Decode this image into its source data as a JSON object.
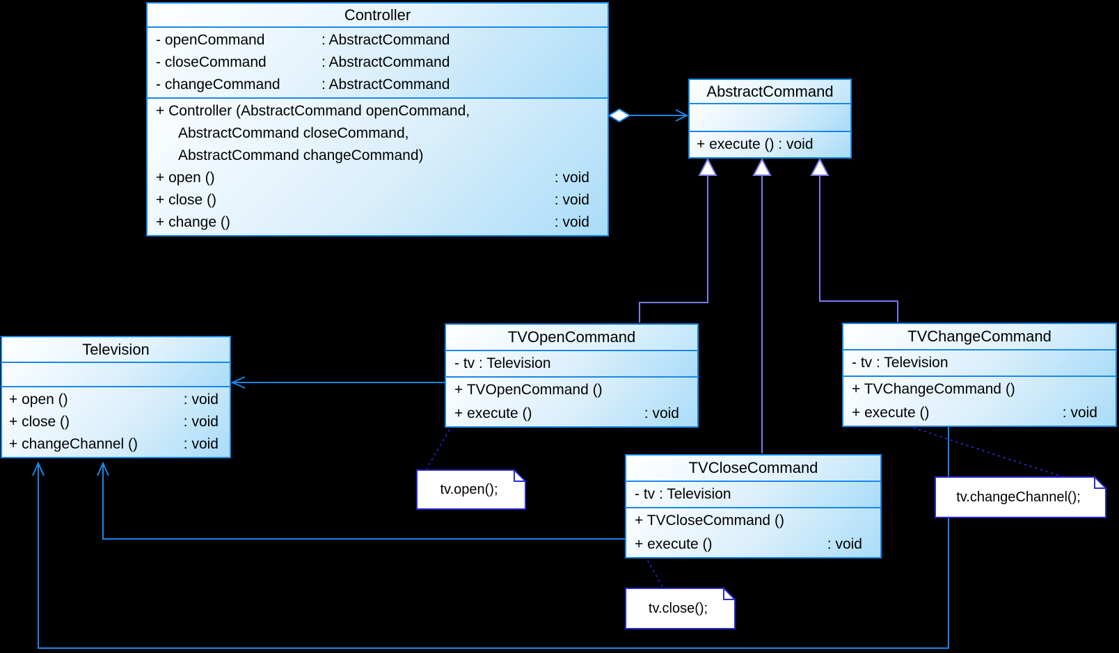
{
  "diagram": {
    "background_color": "#000000",
    "colors": {
      "box_border": "#1887e8",
      "box_fill_top": "#ffffff",
      "box_fill_bottom": "#a9dcf8",
      "generalization_line": "#7b7bee",
      "association_line": "#1887e8",
      "note_border": "#2b2bd4",
      "note_anchor_dashed": "#2323d6",
      "text": "#000000"
    }
  },
  "classes": {
    "controller": {
      "name": "Controller",
      "attributes": [
        {
          "name": "- openCommand",
          "type": ": AbstractCommand"
        },
        {
          "name": "- closeCommand",
          "type": ": AbstractCommand"
        },
        {
          "name": "- changeCommand",
          "type": ": AbstractCommand"
        }
      ],
      "methods": [
        {
          "left": "+ Controller (AbstractCommand openCommand,",
          "right": ""
        },
        {
          "left": "AbstractCommand closeCommand,",
          "right": ""
        },
        {
          "left": "AbstractCommand changeCommand)",
          "right": ""
        },
        {
          "left": "+ open ()",
          "right": ": void"
        },
        {
          "left": "+ close ()",
          "right": ": void"
        },
        {
          "left": "+ change ()",
          "right": ": void"
        }
      ]
    },
    "abstract_command": {
      "name": "AbstractCommand",
      "methods": [
        {
          "left": "+ execute () : void"
        }
      ]
    },
    "television": {
      "name": "Television",
      "methods": [
        {
          "left": "+ open ()",
          "right": ": void"
        },
        {
          "left": "+ close ()",
          "right": ": void"
        },
        {
          "left": "+ changeChannel ()",
          "right": ": void"
        }
      ]
    },
    "tv_open": {
      "name": "TVOpenCommand",
      "attributes": [
        {
          "text": "- tv : Television"
        }
      ],
      "methods": [
        {
          "left": "+ TVOpenCommand ()",
          "right": ""
        },
        {
          "left": "+ execute ()",
          "right": ": void"
        }
      ]
    },
    "tv_close": {
      "name": "TVCloseCommand",
      "attributes": [
        {
          "text": "- tv : Television"
        }
      ],
      "methods": [
        {
          "left": "+ TVCloseCommand ()",
          "right": ""
        },
        {
          "left": "+ execute ()",
          "right": ": void"
        }
      ]
    },
    "tv_change": {
      "name": "TVChangeCommand",
      "attributes": [
        {
          "text": "- tv : Television"
        }
      ],
      "methods": [
        {
          "left": "+ TVChangeCommand ()",
          "right": ""
        },
        {
          "left": "+ execute ()",
          "right": ": void"
        }
      ]
    }
  },
  "notes": {
    "open": {
      "text": "tv.open();"
    },
    "close": {
      "text": "tv.close();"
    },
    "change": {
      "text": "tv.changeChannel();"
    }
  }
}
